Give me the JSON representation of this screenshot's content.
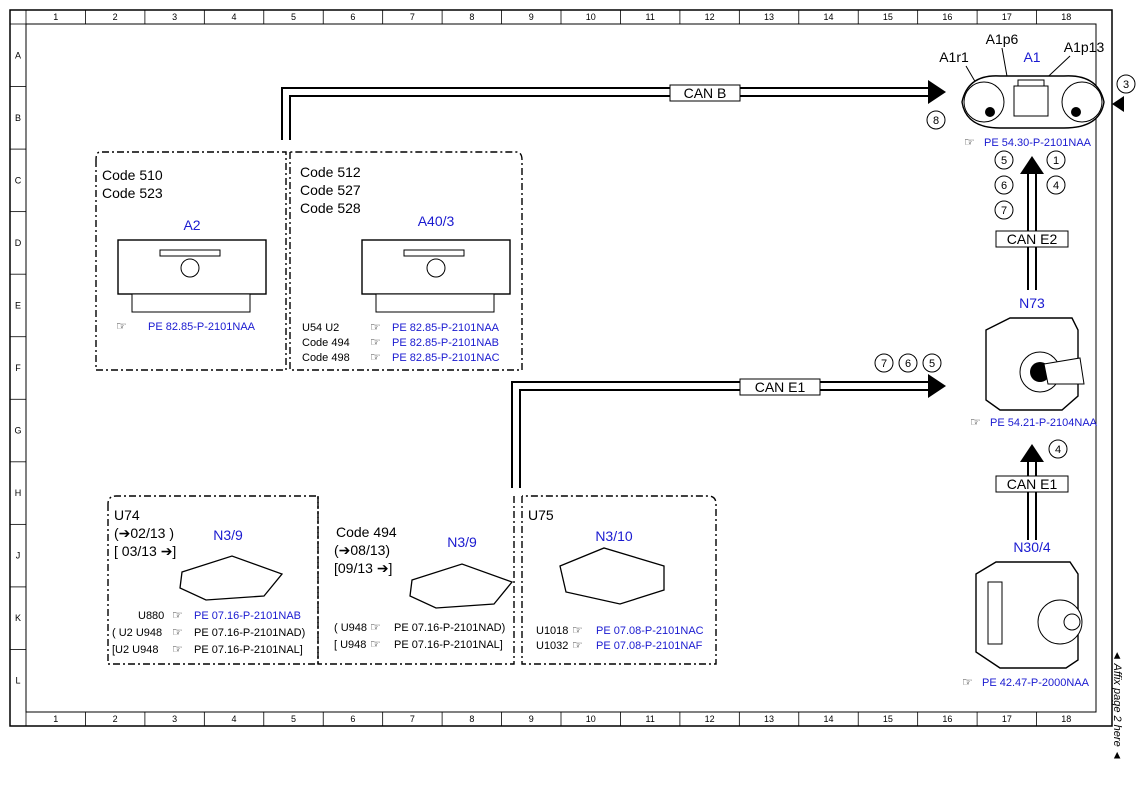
{
  "grid": {
    "columns": [
      "1",
      "2",
      "3",
      "4",
      "5",
      "6",
      "7",
      "8",
      "9",
      "10",
      "11",
      "12",
      "13",
      "14",
      "15",
      "16",
      "17",
      "18"
    ],
    "rows": [
      "A",
      "B",
      "C",
      "D",
      "E",
      "F",
      "G",
      "H",
      "J",
      "K",
      "L"
    ]
  },
  "buses": {
    "can_b": "CAN B",
    "can_e1_top": "CAN E1",
    "can_e2": "CAN E2",
    "can_e1_bottom": "CAN E1"
  },
  "a1": {
    "title": "A1",
    "sub1": "A1r1",
    "sub2": "A1p6",
    "sub3": "A1p13",
    "ref": "PE 54.30-P-2101NAA"
  },
  "n73": {
    "title": "N73",
    "ref": "PE 54.21-P-2104NAA"
  },
  "n30_4": {
    "title": "N30/4",
    "ref": "PE 42.47-P-2000NAA"
  },
  "a2": {
    "codes": [
      "Code 510",
      "Code 523"
    ],
    "title": "A2",
    "ref": "PE 82.85-P-2101NAA"
  },
  "a40_3": {
    "codes": [
      "Code 512",
      "Code 527",
      "Code 528"
    ],
    "title": "A40/3",
    "rows": [
      {
        "cond": "U54    U2",
        "ref": "PE 82.85-P-2101NAA"
      },
      {
        "cond": "Code 494",
        "ref": "PE 82.85-P-2101NAB"
      },
      {
        "cond": "Code 498",
        "ref": "PE 82.85-P-2101NAC"
      }
    ]
  },
  "n3_9_left": {
    "code": "U74",
    "date1": "(➔02/13 )",
    "date2": "[ 03/13 ➔]",
    "title": "N3/9",
    "rows": [
      {
        "cond": "U880",
        "ref": "PE 07.16-P-2101NAB"
      },
      {
        "cond": "( U2  U948",
        "ref": "PE 07.16-P-2101NAD)"
      },
      {
        "cond": "[U2  U948",
        "ref": "PE 07.16-P-2101NAL]"
      }
    ]
  },
  "n3_9_right": {
    "code": "Code 494",
    "date1": "(➔08/13)",
    "date2": "[09/13  ➔]",
    "title": "N3/9",
    "rows": [
      {
        "cond": "( U948",
        "ref": "PE 07.16-P-2101NAD)"
      },
      {
        "cond": "[ U948",
        "ref": "PE 07.16-P-2101NAL]"
      }
    ]
  },
  "n3_10": {
    "code": "U75",
    "title": "N3/10",
    "rows": [
      {
        "cond": "U1018",
        "ref": "PE 07.08-P-2101NAC"
      },
      {
        "cond": "U1032",
        "ref": "PE 07.08-P-2101NAF"
      }
    ]
  },
  "circles": {
    "c8": "8",
    "c5a": "5",
    "c1": "1",
    "c6a": "6",
    "c4a": "4",
    "c7a": "7",
    "c7b": "7",
    "c6b": "6",
    "c5b": "5",
    "c4b": "4",
    "c3": "3"
  },
  "side_note": "◄ Affix page 2 here ◄"
}
